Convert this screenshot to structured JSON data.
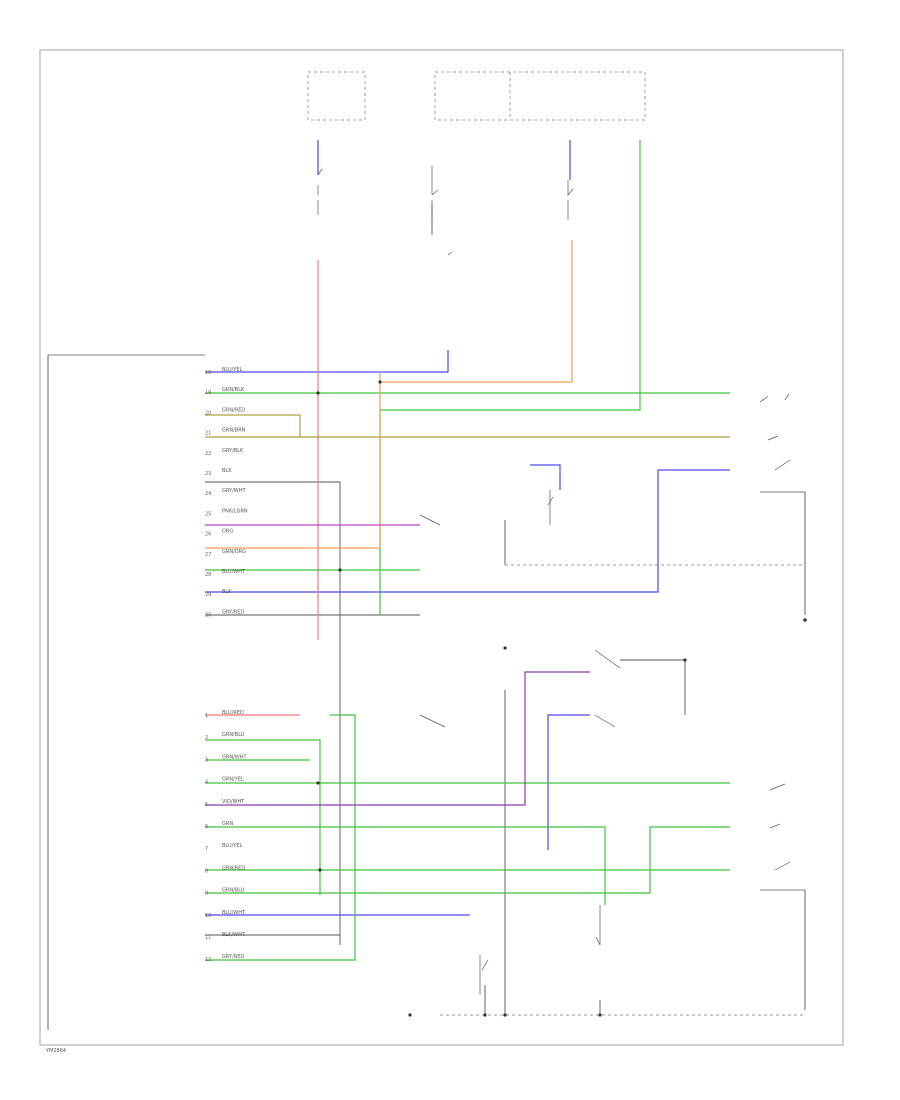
{
  "footer_code": "YM2864",
  "colors": {
    "blue": "#4a4af0",
    "red": "#f07a7a",
    "green": "#3ec43e",
    "olive": "#b0a040",
    "orange": "#f0a050",
    "magenta": "#c040c0",
    "purple": "#8a3aa8",
    "black": "#555555"
  },
  "module_pins_upper": [
    {
      "pin": "18",
      "wire": "BLU/YEL"
    },
    {
      "pin": "19",
      "wire": "GRN/BLK"
    },
    {
      "pin": "20",
      "wire": "GRN/RED"
    },
    {
      "pin": "21",
      "wire": "GRN/BRN"
    },
    {
      "pin": "22",
      "wire": "GRY/BLK"
    },
    {
      "pin": "23",
      "wire": "BLK"
    },
    {
      "pin": "24",
      "wire": "GRY/WHT"
    },
    {
      "pin": "25",
      "wire": "PNK/LGRN"
    },
    {
      "pin": "26",
      "wire": "ORG"
    },
    {
      "pin": "27",
      "wire": "GRN/ORG"
    },
    {
      "pin": "28",
      "wire": "BLU/WHT"
    },
    {
      "pin": "29",
      "wire": "BLK"
    },
    {
      "pin": "30",
      "wire": "GRY/RED"
    }
  ],
  "module_pins_lower": [
    {
      "pin": "1",
      "wire": "BLU/RED"
    },
    {
      "pin": "2",
      "wire": "GRN/BLU"
    },
    {
      "pin": "3",
      "wire": "GRN/WHT"
    },
    {
      "pin": "4",
      "wire": "GRN/YEL"
    },
    {
      "pin": "5",
      "wire": "VIO/WHT"
    },
    {
      "pin": "6",
      "wire": "GRN"
    },
    {
      "pin": "7",
      "wire": "BLU/YEL"
    },
    {
      "pin": "8",
      "wire": "GRN/RED"
    },
    {
      "pin": "9",
      "wire": "GRN/BLU"
    },
    {
      "pin": "10",
      "wire": "BLU/WHT"
    },
    {
      "pin": "11",
      "wire": "BLK/WHT"
    },
    {
      "pin": "12",
      "wire": "GRY/RED"
    }
  ]
}
